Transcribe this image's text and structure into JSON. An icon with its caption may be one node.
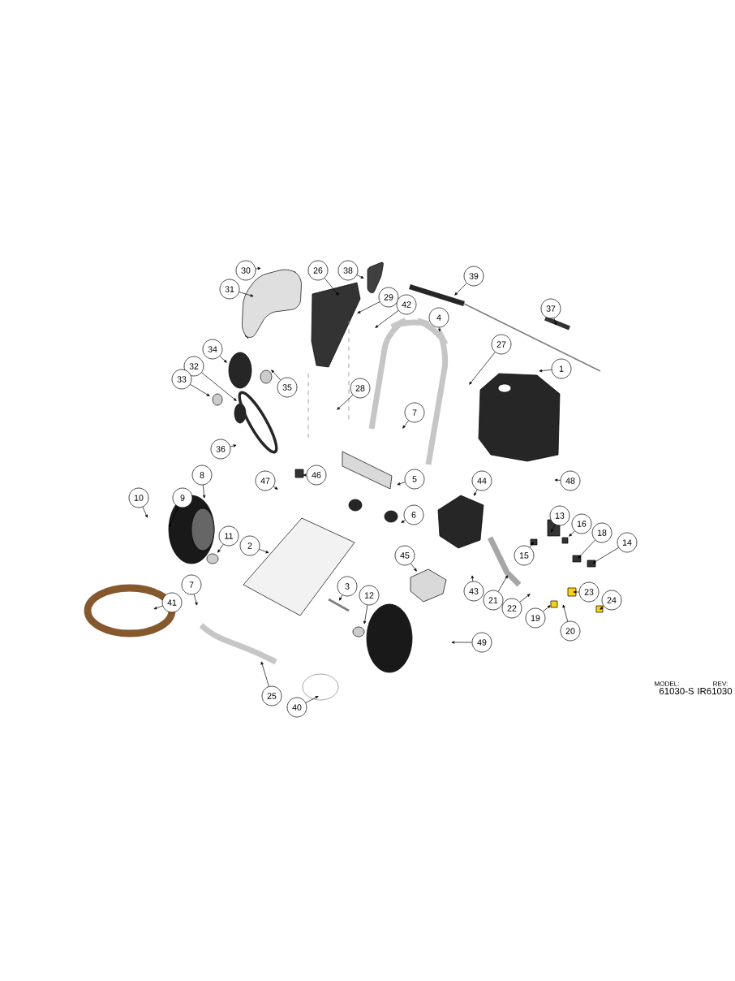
{
  "diagram": {
    "nodes": [
      {
        "text": [
          "30"
        ]
      },
      {
        "text": [
          "26"
        ]
      },
      {
        "text": [
          "38"
        ]
      },
      {
        "text": [
          "39"
        ]
      },
      {
        "text": [
          "31"
        ]
      },
      {
        "text": [
          "29"
        ]
      },
      {
        "text": [
          "42"
        ]
      },
      {
        "text": [
          "4"
        ]
      },
      {
        "text": [
          "37"
        ]
      },
      {
        "text": [
          "27"
        ]
      },
      {
        "text": [
          "34"
        ]
      },
      {
        "text": [
          "1"
        ]
      },
      {
        "text": [
          "32"
        ]
      },
      {
        "text": [
          "33"
        ]
      },
      {
        "text": [
          "35"
        ]
      },
      {
        "text": [
          "28"
        ]
      },
      {
        "text": [
          "7"
        ]
      },
      {
        "text": [
          "36"
        ]
      },
      {
        "text": [
          "8"
        ]
      },
      {
        "text": [
          "46"
        ]
      },
      {
        "text": [
          "47"
        ]
      },
      {
        "text": [
          "5"
        ]
      },
      {
        "text": [
          "44"
        ]
      },
      {
        "text": [
          "48"
        ]
      },
      {
        "text": [
          "10"
        ]
      },
      {
        "text": [
          "9"
        ]
      },
      {
        "text": [
          "6"
        ]
      },
      {
        "text": [
          "13"
        ]
      },
      {
        "text": [
          "16"
        ]
      },
      {
        "text": [
          "18"
        ]
      },
      {
        "text": [
          "11"
        ]
      },
      {
        "text": [
          "14"
        ]
      },
      {
        "text": [
          "2"
        ]
      },
      {
        "text": [
          "15"
        ]
      },
      {
        "text": [
          "45"
        ]
      },
      {
        "text": [
          "43"
        ]
      },
      {
        "text": [
          "7"
        ]
      },
      {
        "text": [
          "3"
        ]
      },
      {
        "text": [
          "12"
        ]
      },
      {
        "text": [
          "23"
        ]
      },
      {
        "text": [
          "21"
        ]
      },
      {
        "text": [
          "41"
        ]
      },
      {
        "text": [
          "22"
        ]
      },
      {
        "text": [
          "24"
        ]
      },
      {
        "text": [
          "19"
        ]
      },
      {
        "text": [
          "20"
        ]
      },
      {
        "text": [
          "49"
        ]
      },
      {
        "text": [
          "25"
        ]
      },
      {
        "text": [
          "40"
        ]
      }
    ],
    "edges": [
      {
        "from": 0,
        "to": null,
        "arrow": "to"
      },
      {
        "from": 1,
        "to": null,
        "arrow": "to"
      },
      {
        "from": 2,
        "to": null,
        "arrow": "to"
      },
      {
        "from": 3,
        "to": null,
        "arrow": "to"
      },
      {
        "from": 4,
        "to": null,
        "arrow": "to"
      },
      {
        "from": 5,
        "to": null,
        "arrow": "to"
      },
      {
        "from": 6,
        "to": null,
        "arrow": "to"
      },
      {
        "from": 7,
        "to": null,
        "arrow": "to"
      },
      {
        "from": 8,
        "to": null,
        "arrow": "to"
      },
      {
        "from": 9,
        "to": null,
        "arrow": "to"
      },
      {
        "from": 10,
        "to": null,
        "arrow": "to"
      },
      {
        "from": 11,
        "to": null,
        "arrow": "to"
      },
      {
        "from": 12,
        "to": null,
        "arrow": "to"
      },
      {
        "from": 13,
        "to": null,
        "arrow": "to"
      },
      {
        "from": 14,
        "to": null,
        "arrow": "to"
      },
      {
        "from": 15,
        "to": null,
        "arrow": "to"
      },
      {
        "from": 16,
        "to": null,
        "arrow": "to"
      },
      {
        "from": 17,
        "to": null,
        "arrow": "to"
      },
      {
        "from": 18,
        "to": null,
        "arrow": "to"
      },
      {
        "from": 19,
        "to": null,
        "arrow": "to"
      },
      {
        "from": 20,
        "to": null,
        "arrow": "to"
      },
      {
        "from": 21,
        "to": null,
        "arrow": "to"
      },
      {
        "from": 22,
        "to": null,
        "arrow": "to"
      },
      {
        "from": 23,
        "to": null,
        "arrow": "to"
      },
      {
        "from": 24,
        "to": null,
        "arrow": "to"
      },
      {
        "from": 25,
        "to": null,
        "arrow": "to"
      },
      {
        "from": 26,
        "to": null,
        "arrow": "to"
      },
      {
        "from": 27,
        "to": null,
        "arrow": "to"
      },
      {
        "from": 28,
        "to": null,
        "arrow": "to"
      },
      {
        "from": 29,
        "to": null,
        "arrow": "to"
      },
      {
        "from": 30,
        "to": null,
        "arrow": "to"
      },
      {
        "from": 31,
        "to": null,
        "arrow": "to"
      },
      {
        "from": 32,
        "to": null,
        "arrow": "to"
      },
      {
        "from": 33,
        "to": null,
        "arrow": "to"
      },
      {
        "from": 34,
        "to": null,
        "arrow": "to"
      },
      {
        "from": 35,
        "to": null,
        "arrow": "to"
      },
      {
        "from": 36,
        "to": null,
        "arrow": "to"
      },
      {
        "from": 37,
        "to": null,
        "arrow": "to"
      },
      {
        "from": 38,
        "to": null,
        "arrow": "to"
      },
      {
        "from": 39,
        "to": null,
        "arrow": "to"
      },
      {
        "from": 40,
        "to": null,
        "arrow": "to"
      },
      {
        "from": 41,
        "to": null,
        "arrow": "to"
      },
      {
        "from": 42,
        "to": null,
        "arrow": "to"
      },
      {
        "from": 43,
        "to": null,
        "arrow": "to"
      },
      {
        "from": 44,
        "to": null,
        "arrow": "to"
      },
      {
        "from": 45,
        "to": null,
        "arrow": "to"
      },
      {
        "from": 46,
        "to": null,
        "arrow": "to"
      },
      {
        "from": 47,
        "to": null,
        "arrow": "to"
      },
      {
        "from": 48,
        "to": null,
        "arrow": "to"
      }
    ],
    "labels": [
      "MODEL:",
      "REV:",
      "61030-S",
      "IR61030"
    ]
  }
}
